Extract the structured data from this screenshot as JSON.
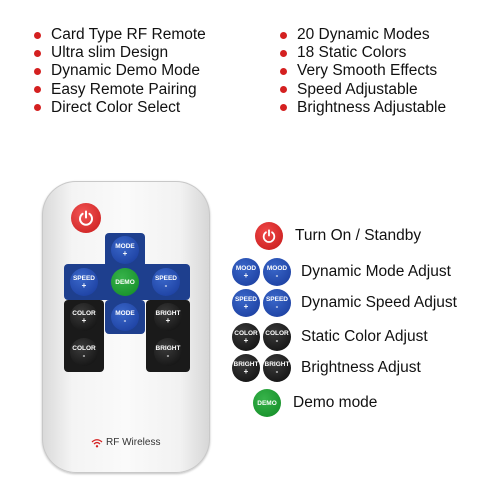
{
  "features_left": [
    "Card Type RF Remote",
    "Ultra slim Design",
    "Dynamic Demo Mode",
    "Easy Remote Pairing",
    "Direct Color Select"
  ],
  "features_right": [
    "20 Dynamic Modes",
    "18 Static Colors",
    "Very Smooth Effects",
    "Speed Adjustable",
    "Brightness Adjustable"
  ],
  "remote": {
    "buttons": {
      "mode_up": {
        "label": "MODE",
        "sign": "+"
      },
      "mode_down": {
        "label": "MODE",
        "sign": "-"
      },
      "speed_left": {
        "label": "SPEED",
        "sign": "+"
      },
      "speed_right": {
        "label": "SPEED",
        "sign": "-"
      },
      "demo": {
        "label": "DEMO"
      },
      "color_up": {
        "label": "COLOR",
        "sign": "+"
      },
      "color_down": {
        "label": "COLOR",
        "sign": "-"
      },
      "bright_up": {
        "label": "BRIGHT",
        "sign": "+"
      },
      "bright_down": {
        "label": "BRIGHT",
        "sign": "-"
      }
    },
    "rf_label": "RF Wireless"
  },
  "legend": {
    "power": {
      "label": "Turn On / Standby"
    },
    "mood": {
      "label": "Dynamic Mode Adjust",
      "btn": "MOOD",
      "plus": "+",
      "minus": "-"
    },
    "speed": {
      "label": "Dynamic Speed Adjust",
      "btn": "SPEED",
      "plus": "+",
      "minus": "-"
    },
    "color": {
      "label": "Static Color Adjust",
      "btn": "COLOR",
      "plus": "+",
      "minus": "-"
    },
    "bright": {
      "label": "Brightness Adjust",
      "btn": "BRIGHT",
      "plus": "+",
      "minus": "-"
    },
    "demo": {
      "label": "Demo mode",
      "btn": "DEMO"
    }
  },
  "colors": {
    "bullet": "#d42020",
    "blue": "#1f46a8",
    "black": "#111111",
    "green": "#1e9e34",
    "red": "#d42828"
  },
  "icons": {
    "power": "power-icon",
    "wireless": "wifi-icon"
  }
}
